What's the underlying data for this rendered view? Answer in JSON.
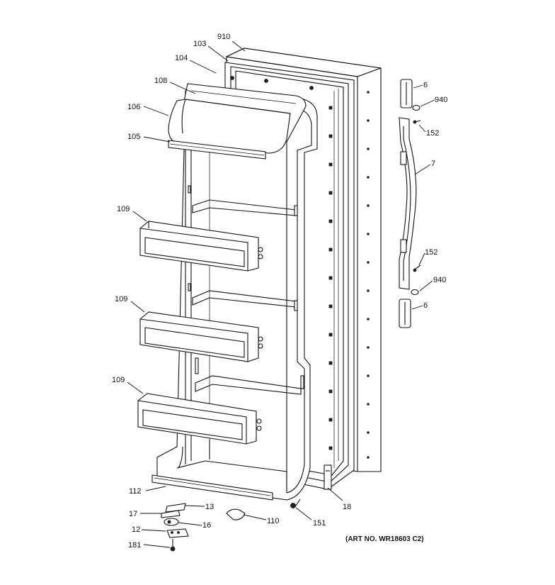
{
  "parts": [
    {
      "id": "p910",
      "label": "910"
    },
    {
      "id": "p103",
      "label": "103"
    },
    {
      "id": "p104",
      "label": "104"
    },
    {
      "id": "p108",
      "label": "108"
    },
    {
      "id": "p106",
      "label": "106"
    },
    {
      "id": "p105",
      "label": "105"
    },
    {
      "id": "p109a",
      "label": "109"
    },
    {
      "id": "p109b",
      "label": "109"
    },
    {
      "id": "p109c",
      "label": "109"
    },
    {
      "id": "p112",
      "label": "112"
    },
    {
      "id": "p13",
      "label": "13"
    },
    {
      "id": "p17",
      "label": "17"
    },
    {
      "id": "p16",
      "label": "16"
    },
    {
      "id": "p12",
      "label": "12"
    },
    {
      "id": "p181",
      "label": "181"
    },
    {
      "id": "p110",
      "label": "110"
    },
    {
      "id": "p151",
      "label": "151"
    },
    {
      "id": "p18",
      "label": "18"
    },
    {
      "id": "p6a",
      "label": "6"
    },
    {
      "id": "p940a",
      "label": "940"
    },
    {
      "id": "p152a",
      "label": "152"
    },
    {
      "id": "p7",
      "label": "7"
    },
    {
      "id": "p152b",
      "label": "152"
    },
    {
      "id": "p940b",
      "label": "940"
    },
    {
      "id": "p6b",
      "label": "6"
    }
  ],
  "art_number": "(ART NO. WR18603 C2)"
}
